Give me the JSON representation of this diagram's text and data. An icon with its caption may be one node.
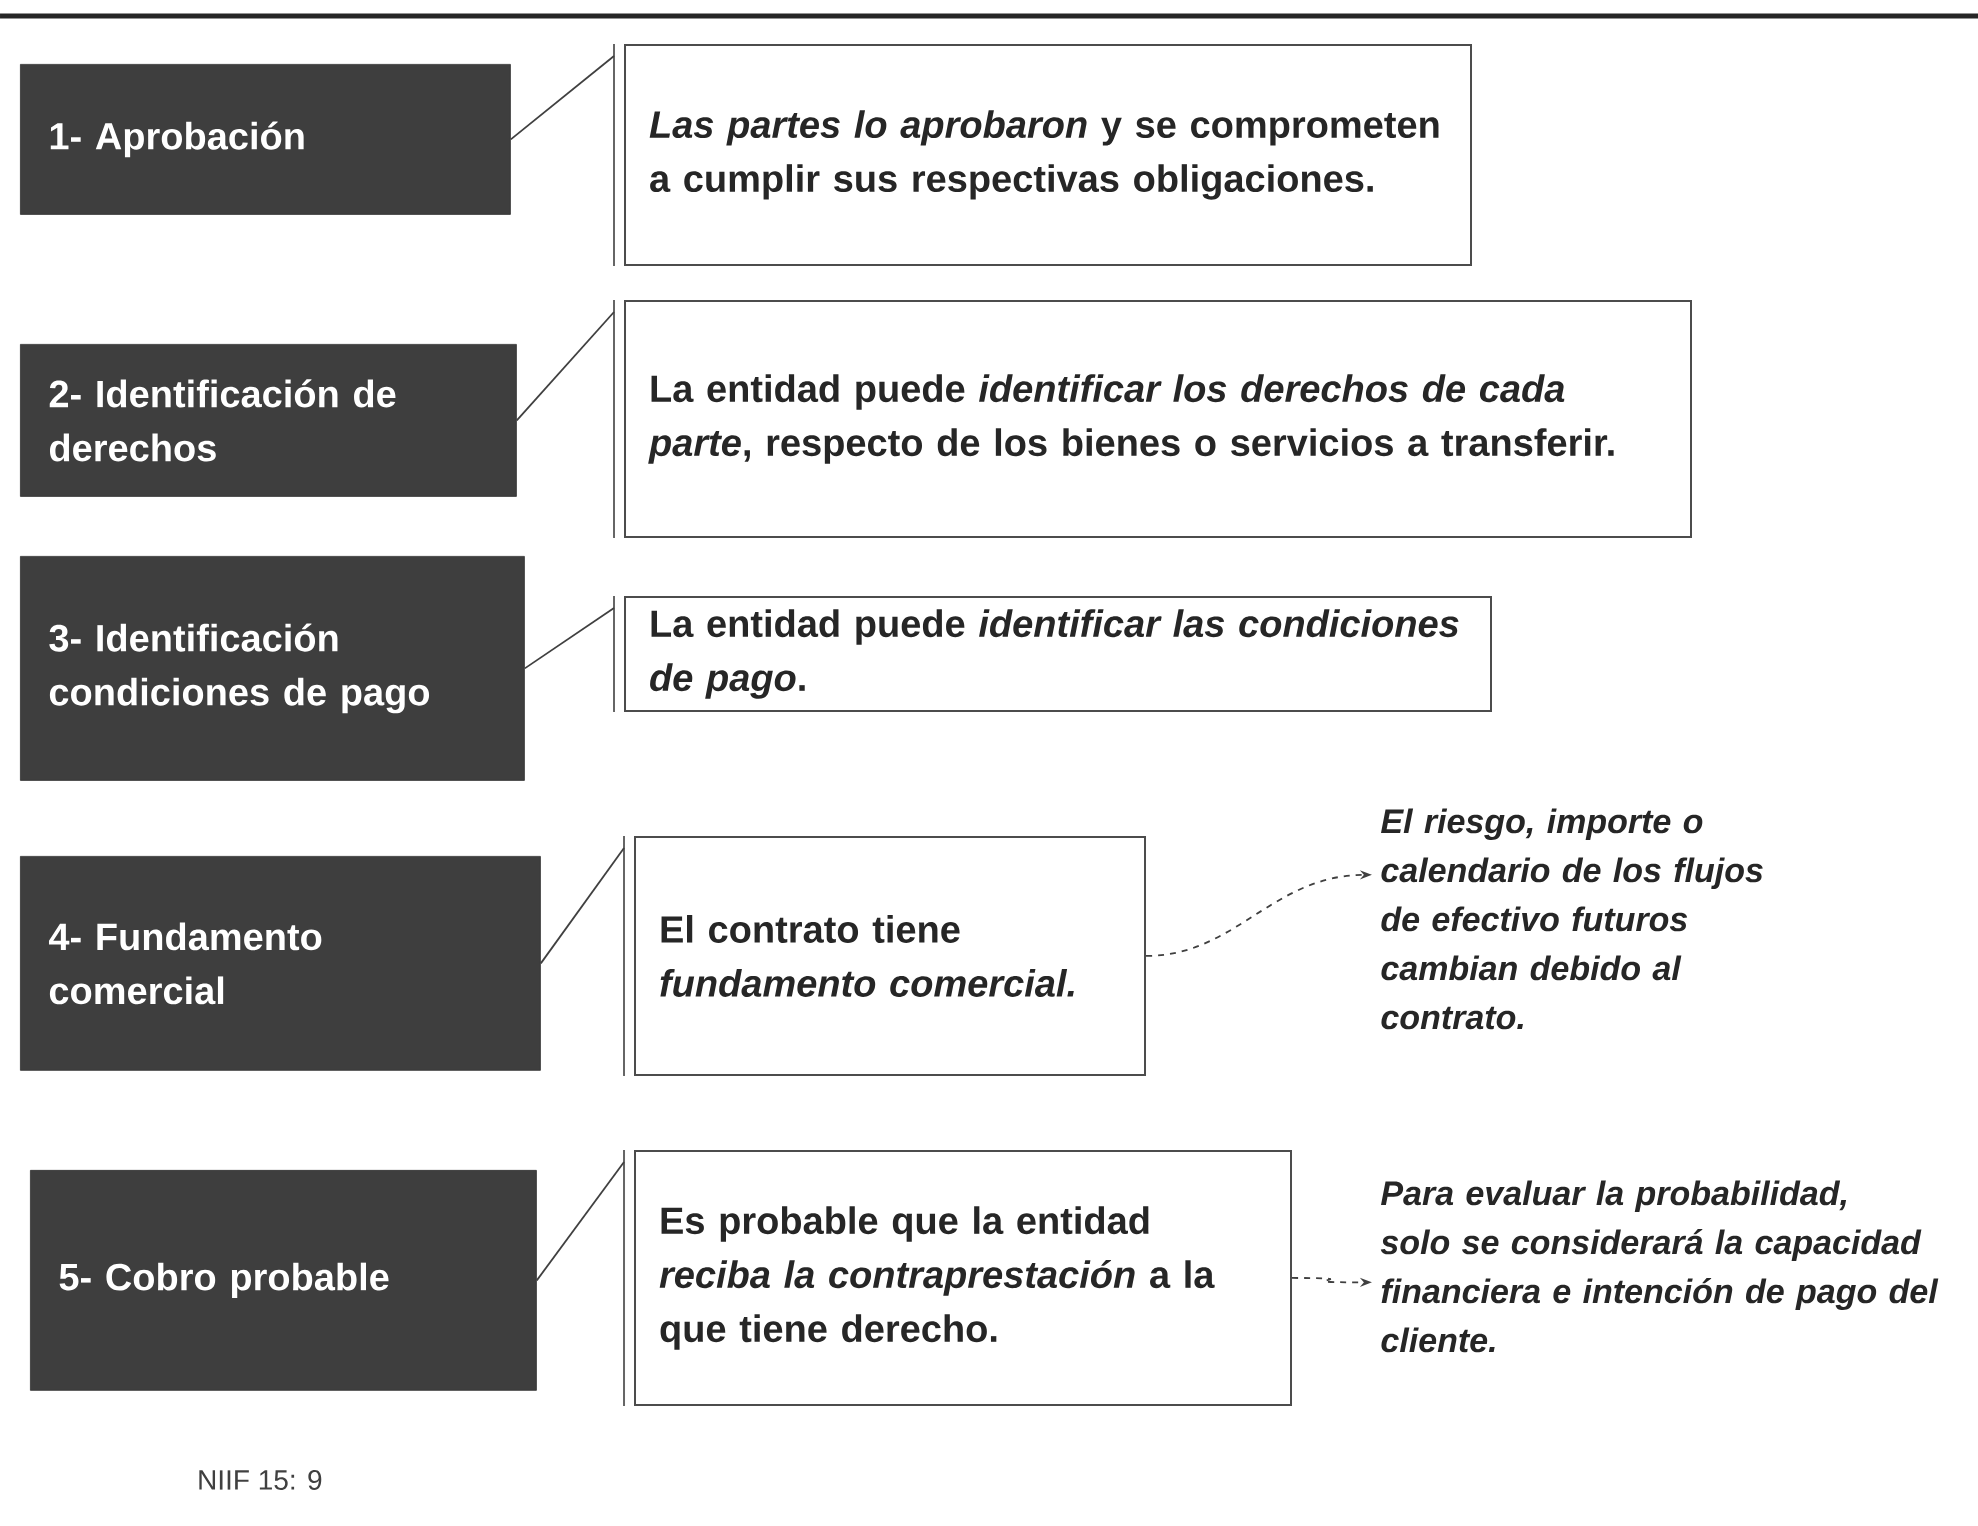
{
  "diagram": {
    "nodes": [
      {
        "text": [
          "1- Aprobación"
        ]
      },
      {
        "text": [
          "*Las partes lo aprobaron* y se comprometen a cumplir sus respectivas obligaciones."
        ]
      },
      {
        "text": [
          "2- Identificación de derechos"
        ]
      },
      {
        "text": [
          "La entidad puede *identificar los derechos de cada parte*, respecto de los bienes o servicios a transferir."
        ]
      },
      {
        "text": [
          "3- Identificación condiciones de pago"
        ]
      },
      {
        "text": [
          "La entidad puede *identificar las condiciones de pago*."
        ]
      },
      {
        "text": [
          "4- Fundamento comercial"
        ]
      },
      {
        "text": [
          "El contrato tiene *fundamento comercial.*"
        ]
      },
      {
        "text": [
          "El riesgo, importe o calendario de los flujos de efectivo futuros cambian debido al contrato."
        ]
      },
      {
        "text": [
          "5- Cobro probable"
        ]
      },
      {
        "text": [
          "Es probable que la entidad *reciba la contraprestación* a la que tiene derecho."
        ]
      },
      {
        "text": [
          "Para  evaluar la probabilidad, solo se considerará la capacidad financiera e intención de pago del cliente."
        ]
      }
    ],
    "edges": [
      {
        "from": 0,
        "to": 1,
        "arrow": "none"
      },
      {
        "from": 2,
        "to": 3,
        "arrow": "none"
      },
      {
        "from": 4,
        "to": 5,
        "arrow": "none"
      },
      {
        "from": 6,
        "to": 7,
        "arrow": "none"
      },
      {
        "from": 7,
        "to": 8,
        "arrow": "to",
        "style": "dashed"
      },
      {
        "from": 9,
        "to": 10,
        "arrow": "none"
      },
      {
        "from": 10,
        "to": 11,
        "arrow": "to",
        "style": "dashed"
      }
    ],
    "labels": [
      "NIIF 15: 9"
    ]
  }
}
